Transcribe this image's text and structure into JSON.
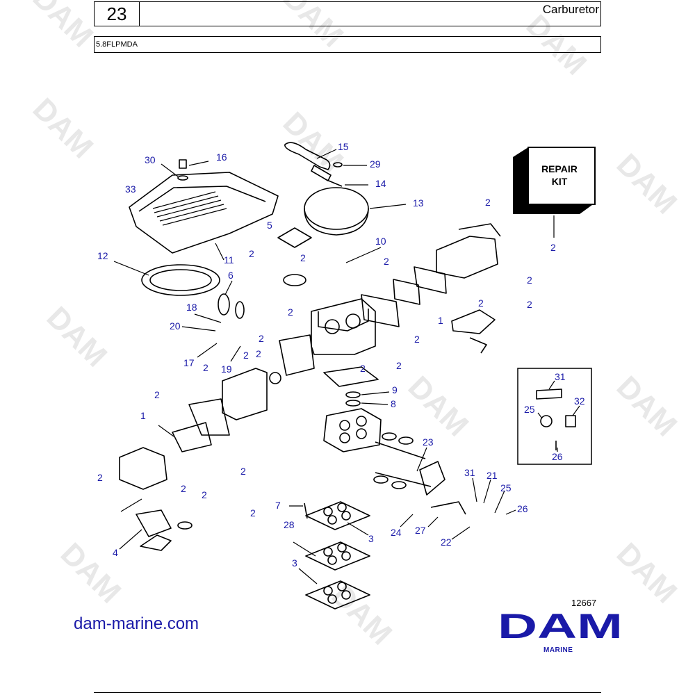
{
  "header": {
    "page_number": "23",
    "title": "Carburetor",
    "model": "5.8FLPMDA"
  },
  "watermark": {
    "text": "DAM"
  },
  "repair_kit": {
    "line1": "REPAIR",
    "line2": "KIT"
  },
  "callouts": [
    "30",
    "16",
    "33",
    "15",
    "29",
    "14",
    "13",
    "5",
    "10",
    "12",
    "11",
    "6",
    "2",
    "18",
    "20",
    "17",
    "19",
    "1",
    "4",
    "3",
    "28",
    "7",
    "8",
    "9",
    "23",
    "24",
    "27",
    "22",
    "21",
    "25",
    "26",
    "31",
    "32"
  ],
  "labels": {
    "c30": "30",
    "c16": "16",
    "c33": "33",
    "c15": "15",
    "c29": "29",
    "c14": "14",
    "c13": "13",
    "c5": "5",
    "c10": "10",
    "c12": "12",
    "c11": "11",
    "c6": "6",
    "c18": "18",
    "c20": "20",
    "c17": "17",
    "c19": "19",
    "c1a": "1",
    "c1b": "1",
    "c4": "4",
    "c3a": "3",
    "c3b": "3",
    "c28": "28",
    "c7": "7",
    "c8": "8",
    "c9": "9",
    "c23": "23",
    "c24": "24",
    "c27": "27",
    "c22": "22",
    "c21": "21",
    "c25a": "25",
    "c26a": "26",
    "c31a": "31",
    "c31b": "31",
    "c32": "32",
    "c25b": "25",
    "c26b": "26",
    "c2": "2"
  },
  "footer": {
    "website": "dam-marine.com",
    "drawing_number": "12667",
    "logo_text": "DAM",
    "logo_sub": "MARINE"
  },
  "colors": {
    "callout": "#1a1aa8",
    "logo": "#1a1aa8",
    "watermark": "#e8e8e8"
  }
}
